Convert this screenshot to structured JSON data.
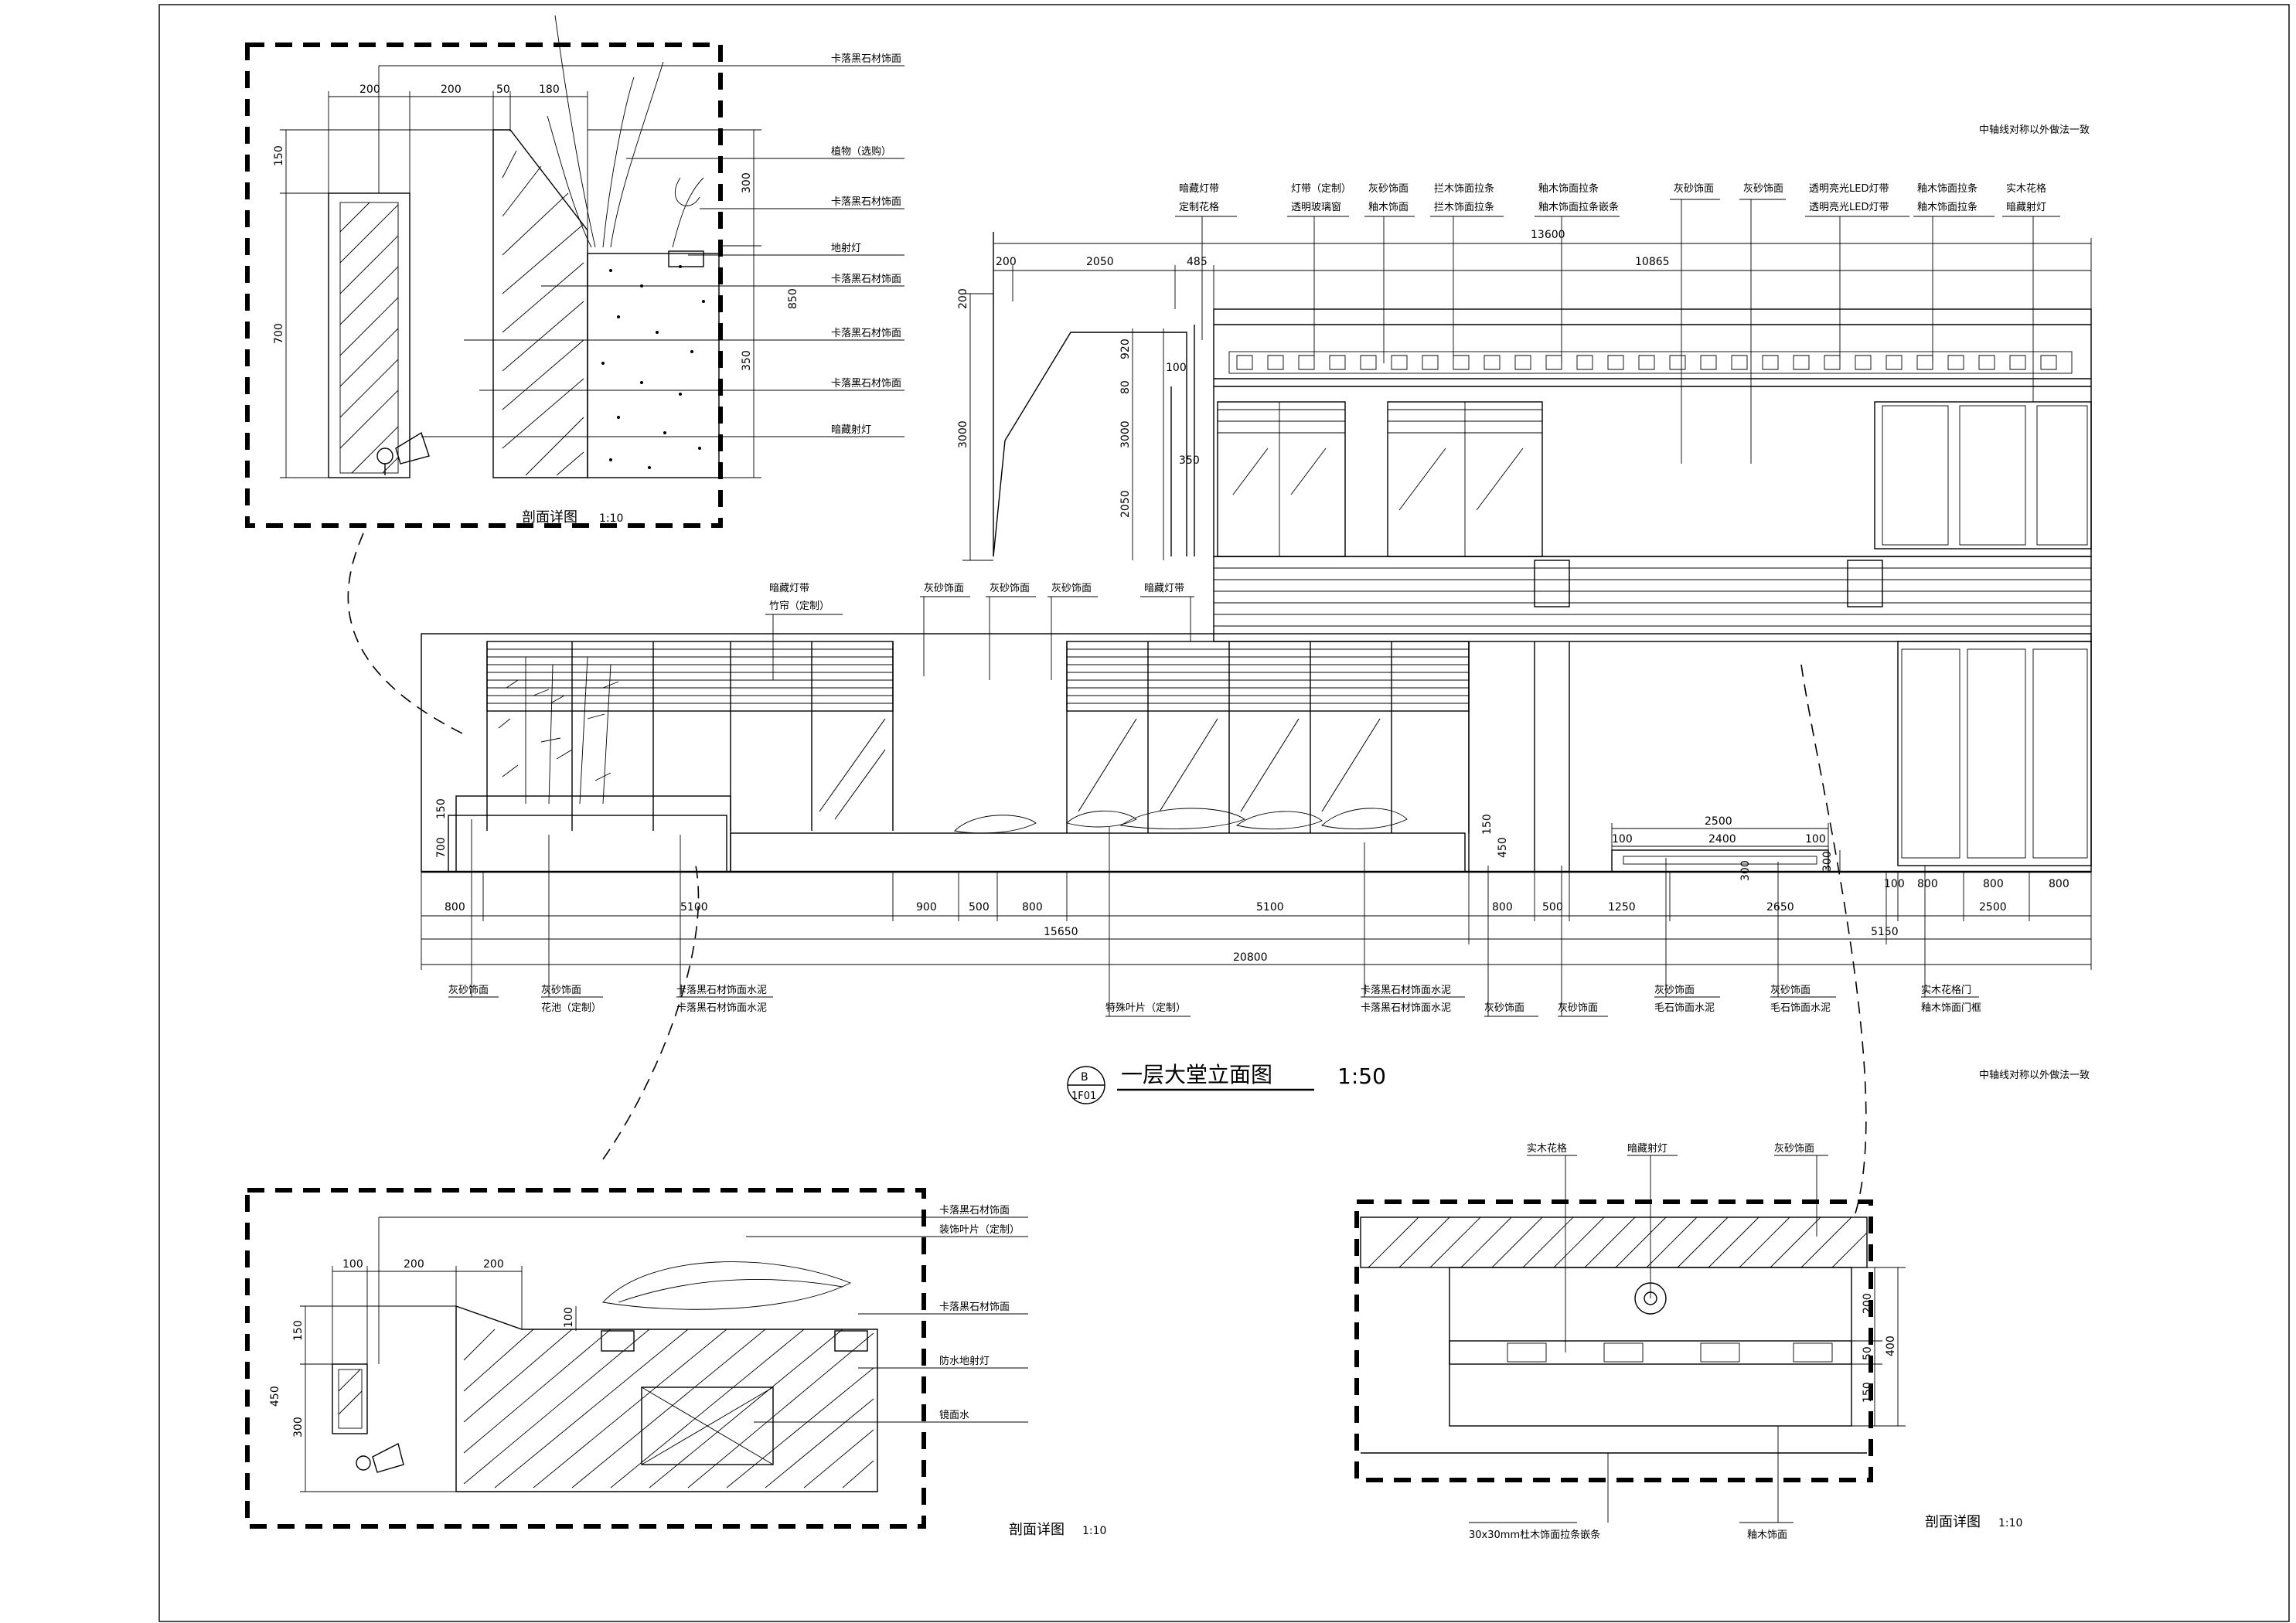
{
  "main_title": "一层大堂立面图",
  "main_scale": "1:50",
  "section_tag": {
    "letter": "B",
    "sheet": "1F01"
  },
  "notes": {
    "top_right": "中轴线对称以外做法一致",
    "bottom_right": "中轴线对称以外做法一致"
  },
  "top_labels": [
    "暗藏灯带",
    "定制花格",
    "灯带（定制）",
    "透明玻璃窗",
    "灰砂饰面",
    "釉木饰面",
    "拦木饰面拉条",
    "拦木饰面拉条",
    "釉木饰面拉条",
    "釉木饰面拉条嵌条",
    "灰砂饰面",
    "灰砂饰面",
    "透明亮光LED灯带",
    "透明亮光LED灯带",
    "釉木饰面拉条",
    "釉木饰面拉条",
    "实木花格",
    "暗藏射灯"
  ],
  "top_dims": [
    "13600",
    "200",
    "2050",
    "485",
    "10865"
  ],
  "left_dims": [
    "200",
    "920",
    "80",
    "3000",
    "3000",
    "2050",
    "350",
    "100"
  ],
  "mid_labels": [
    "暗藏灯带",
    "竹帘（定制）",
    "灰砂饰面",
    "灰砂饰面",
    "灰砂饰面",
    "暗藏灯带"
  ],
  "bottom_dims_row1": [
    "800",
    "5100",
    "900",
    "500",
    "800",
    "5100",
    "800",
    "500",
    "1250",
    "2650",
    "100",
    "800",
    "800",
    "800"
  ],
  "bottom_dims_row2": [
    "15650",
    "5150",
    "2500"
  ],
  "bottom_dim_total": "20800",
  "right_panel_dims": [
    "2500",
    "100",
    "2400",
    "100",
    "300",
    "150",
    "450",
    "300"
  ],
  "bottom_labels": [
    "灰砂饰面",
    "灰砂饰面",
    "花池（定制）",
    "卡落黑石材饰面水泥",
    "卡落黑石材饰面水泥",
    "特殊叶片（定制）",
    "卡落黑石材饰面水泥",
    "卡落黑石材饰面水泥",
    "灰砂饰面",
    "灰砂饰面",
    "灰砂饰面",
    "毛石饰面水泥",
    "灰砂饰面",
    "毛石饰面水泥",
    "实木花格门",
    "釉木饰面门框"
  ],
  "left_heights": [
    "150",
    "700"
  ],
  "detail_tl": {
    "caption": "剖面详图",
    "scale": "1:10",
    "dims_top": [
      "200",
      "200",
      "50",
      "180"
    ],
    "dims_left": [
      "150",
      "700"
    ],
    "dims_right": [
      "300",
      "850",
      "350"
    ],
    "labels": [
      "卡落黑石材饰面",
      "植物（选购）",
      "卡落黑石材饰面",
      "地射灯",
      "卡落黑石材饰面",
      "卡落黑石材饰面",
      "卡落黑石材饰面",
      "暗藏射灯"
    ]
  },
  "detail_bl": {
    "caption": "剖面详图",
    "scale": "1:10",
    "dims_top": [
      "100",
      "200",
      "200"
    ],
    "dims_left": [
      "150",
      "450",
      "300"
    ],
    "dim_inner": "100",
    "labels": [
      "卡落黑石材饰面",
      "装饰叶片（定制）",
      "卡落黑石材饰面",
      "防水地射灯",
      "镜面水"
    ]
  },
  "detail_br": {
    "caption": "剖面详图",
    "scale": "1:10",
    "dims_right": [
      "200",
      "50",
      "150",
      "400"
    ],
    "labels_top": [
      "实木花格",
      "暗藏射灯",
      "灰砂饰面"
    ],
    "labels_bottom": [
      "30x30mm杜木饰面拉条嵌条",
      "釉木饰面"
    ]
  }
}
